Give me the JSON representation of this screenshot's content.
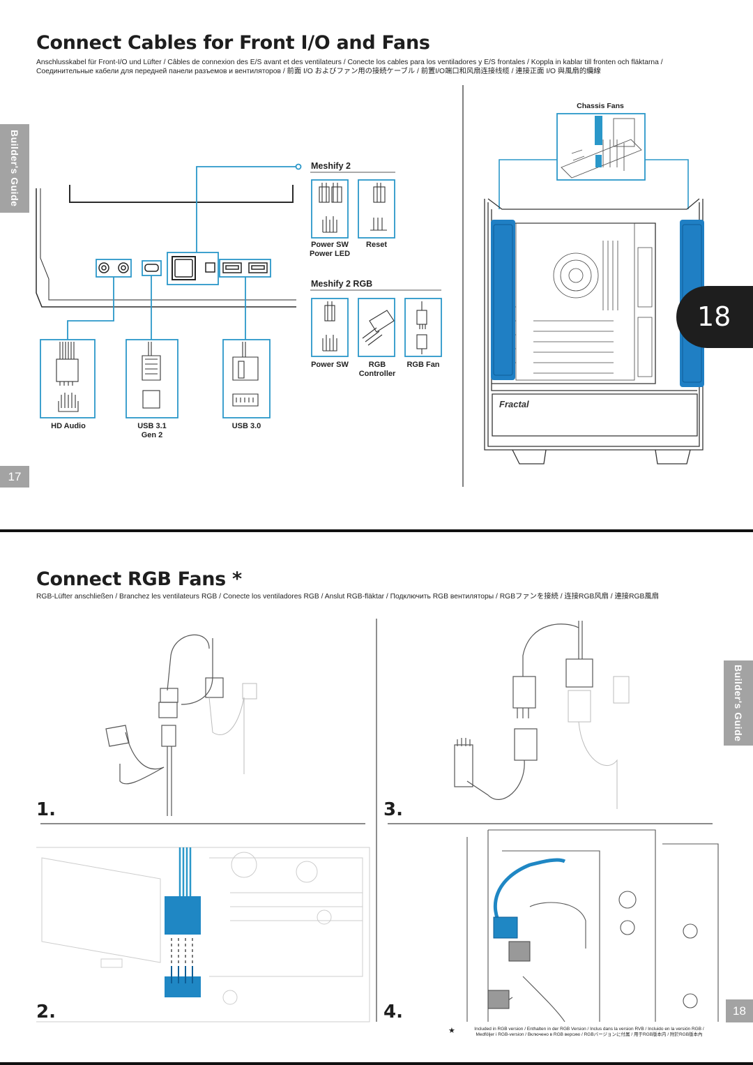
{
  "page_top": {
    "title": "Connect Cables for Front I/O and Fans",
    "subtitle_line1": "Anschlusskabel für Front-I/O und Lüfter / Câbles de connexion des E/S avant et des ventilateurs / Conecte los cables para los ventiladores y E/S frontales / Koppla in kablar till fronten och fläktarna /",
    "subtitle_line2": "Соединительные кабели для передней панели разъемов и вентиляторов / 前面 I/O およびファン用の接続ケーブル / 前置I/O端口和风扇连接线缆 / 連接正面 I/O 與風扇的纜線",
    "side_tab": "Builder's Guide",
    "page_number": "17",
    "chapter_badge": "18",
    "front_io_labels": {
      "hd_audio": "HD Audio",
      "usb31_line1": "USB 3.1",
      "usb31_line2": "Gen 2",
      "usb30": "USB 3.0"
    },
    "meshify2": {
      "header": "Meshify 2",
      "power_sw_line1": "Power SW",
      "power_sw_line2": "Power LED",
      "reset": "Reset"
    },
    "meshify2_rgb": {
      "header": "Meshify 2 RGB",
      "power_sw": "Power SW",
      "rgb_ctrl_line1": "RGB",
      "rgb_ctrl_line2": "Controller",
      "rgb_fan": "RGB Fan"
    },
    "chassis_fans_label": "Chassis Fans",
    "brand_logo": "Fractal"
  },
  "page_bottom": {
    "title": "Connect RGB Fans *",
    "subtitle": "RGB-Lüfter anschließen / Branchez les ventilateurs RGB / Conecte los ventiladores RGB / Anslut RGB-fläktar / Подключить RGB вентиляторы  / RGBファンを接続 / 连接RGB风扇 / 連接RGB風扇",
    "side_tab": "Builder's Guide",
    "page_number": "18",
    "steps": [
      "1.",
      "2.",
      "3.",
      "4."
    ],
    "footnote_star": "★",
    "footnote_line1": "Included in RGB version / Enthalten in der RGB Version / Inclus dans la version RVB  / Incluido en la versión RGB  /",
    "footnote_line2": "Medföljer i RGB-version / Включено в RGB версию  / RGBバージョンに付属  / 用于RGB版本内  / 附於RGB版本內"
  },
  "colors": {
    "accent_blue": "#2a97c9",
    "fan_blue": "#1f7fc4",
    "tab_gray": "#a3a3a3",
    "badge_dark": "#1e1e1e"
  }
}
